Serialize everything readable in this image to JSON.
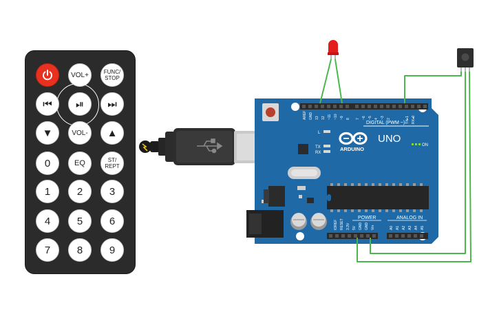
{
  "remote": {
    "buttons": [
      {
        "id": "power",
        "label": ""
      },
      {
        "id": "vol_up",
        "label": "VOL+"
      },
      {
        "id": "func_stop",
        "label": "FUNC/\nSTOP"
      },
      {
        "id": "prev",
        "label": "⏮"
      },
      {
        "id": "play_pause",
        "label": "⏯"
      },
      {
        "id": "next",
        "label": "⏭"
      },
      {
        "id": "down",
        "label": "▼"
      },
      {
        "id": "vol_down",
        "label": "VOL-"
      },
      {
        "id": "up",
        "label": "▲"
      },
      {
        "id": "zero",
        "label": "0"
      },
      {
        "id": "eq",
        "label": "EQ"
      },
      {
        "id": "st_rept",
        "label": "ST/\nREPT"
      },
      {
        "id": "one",
        "label": "1"
      },
      {
        "id": "two",
        "label": "2"
      },
      {
        "id": "three",
        "label": "3"
      },
      {
        "id": "four",
        "label": "4"
      },
      {
        "id": "five",
        "label": "5"
      },
      {
        "id": "six",
        "label": "6"
      },
      {
        "id": "seven",
        "label": "7"
      },
      {
        "id": "eight",
        "label": "8"
      },
      {
        "id": "nine",
        "label": "9"
      }
    ]
  },
  "arduino": {
    "brand": "ARDUINO",
    "model": "UNO",
    "digital_label": "DIGITAL (PWM ~)",
    "power_label": "POWER",
    "analog_label": "ANALOG IN",
    "on_label": "ON",
    "led_l": "L",
    "led_tx": "TX",
    "led_rx": "RX",
    "top_pins": [
      "AREF",
      "GND",
      "13",
      "12",
      "~11",
      "~10",
      "~9",
      "8",
      "7",
      "~6",
      "~5",
      "4",
      "~3",
      "2",
      "TX▸1",
      "RX◂0"
    ],
    "power_pins": [
      "IOREF",
      "RESET",
      "3.3V",
      "5V",
      "GND",
      "GND",
      "Vin"
    ],
    "analog_pins": [
      "A0",
      "A1",
      "A2",
      "A3",
      "A4",
      "A5"
    ]
  },
  "colors": {
    "board": "#1f6aa6",
    "wire": "#49b84a",
    "led": "#e31c1c",
    "remote_body": "#2b2b2b",
    "power_button": "#e8321f"
  }
}
